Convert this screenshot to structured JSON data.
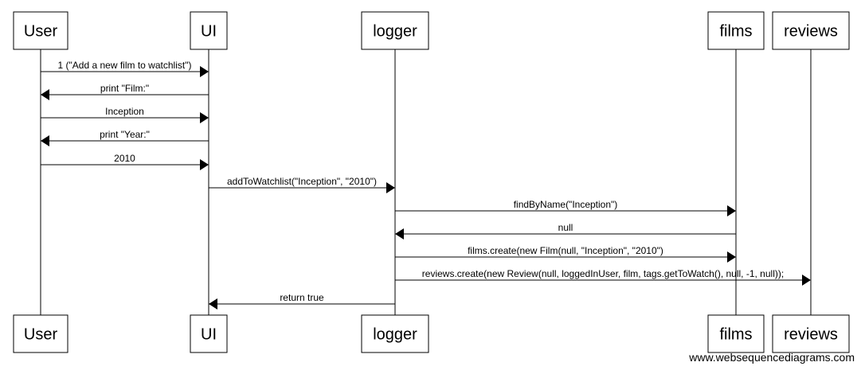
{
  "participants": [
    "User",
    "UI",
    "logger",
    "films",
    "reviews"
  ],
  "messages": [
    {
      "from": "User",
      "to": "UI",
      "label": "1 (\"Add a new film to watchlist\")"
    },
    {
      "from": "UI",
      "to": "User",
      "label": "print \"Film:\""
    },
    {
      "from": "User",
      "to": "UI",
      "label": "Inception"
    },
    {
      "from": "UI",
      "to": "User",
      "label": "print \"Year:\""
    },
    {
      "from": "User",
      "to": "UI",
      "label": "2010"
    },
    {
      "from": "UI",
      "to": "logger",
      "label": "addToWatchlist(\"Inception\", \"2010\")"
    },
    {
      "from": "logger",
      "to": "films",
      "label": "findByName(\"Inception\")"
    },
    {
      "from": "films",
      "to": "logger",
      "label": "null"
    },
    {
      "from": "logger",
      "to": "films",
      "label": "films.create(new Film(null, \"Inception\", \"2010\")"
    },
    {
      "from": "logger",
      "to": "reviews",
      "label": "reviews.create(new Review(null, loggedInUser, film, tags.getToWatch(), null, -1, null));"
    },
    {
      "from": "logger",
      "to": "UI",
      "label": "return true"
    }
  ],
  "watermark": "www.websequencediagrams.com"
}
